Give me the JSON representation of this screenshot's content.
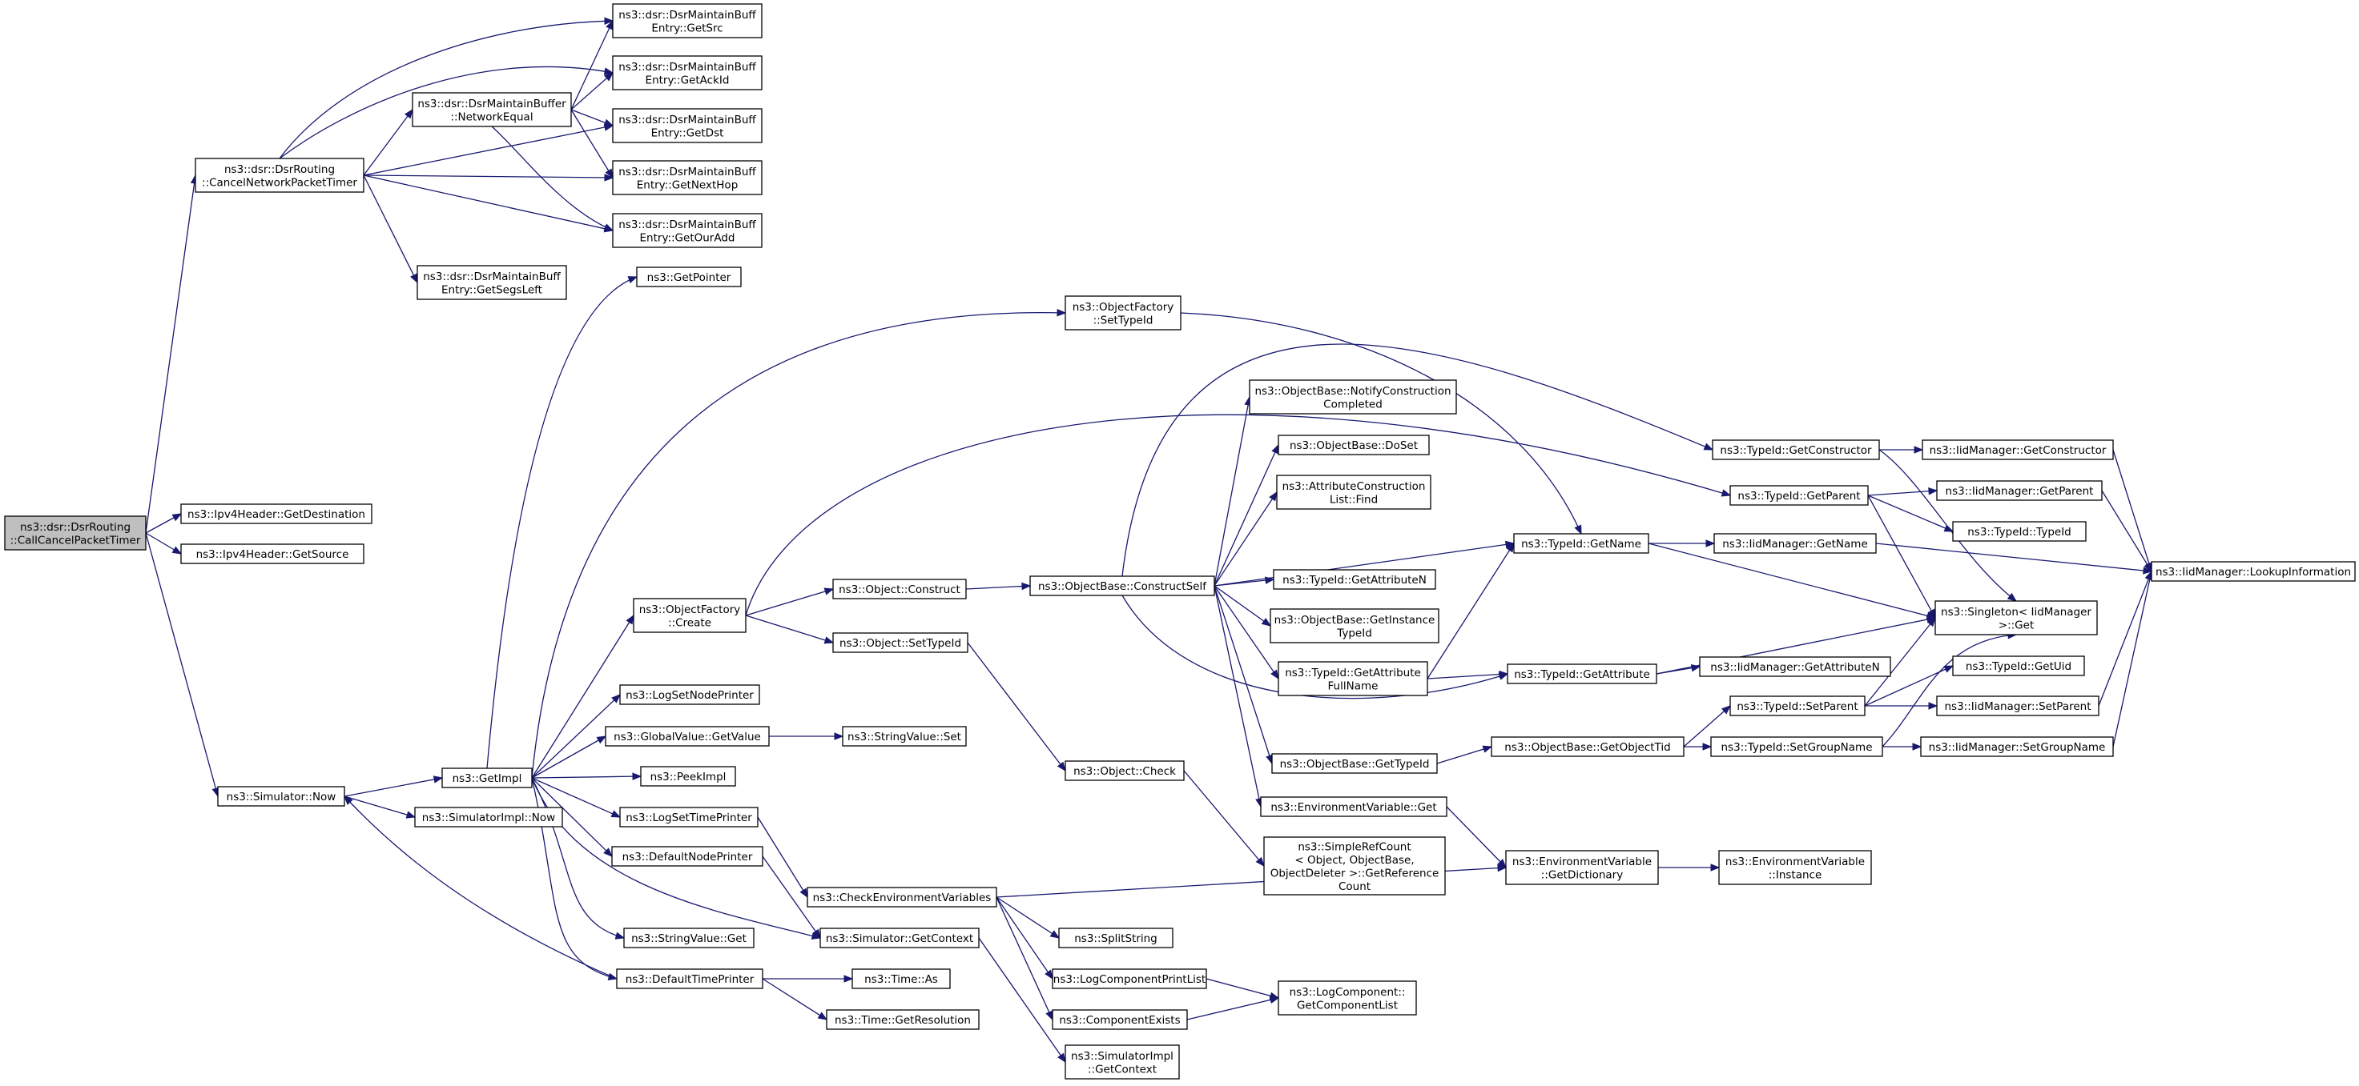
{
  "nodes": {
    "root": [
      "ns3::dsr::DsrRouting",
      "::CallCancelPacketTimer"
    ],
    "cancelTimer": [
      "ns3::dsr::DsrRouting",
      "::CancelNetworkPacketTimer"
    ],
    "networkEqual": [
      "ns3::dsr::DsrMaintainBuffer",
      "::NetworkEqual"
    ],
    "getSrc": [
      "ns3::dsr::DsrMaintainBuff",
      "Entry::GetSrc"
    ],
    "getAckId": [
      "ns3::dsr::DsrMaintainBuff",
      "Entry::GetAckId"
    ],
    "getDst": [
      "ns3::dsr::DsrMaintainBuff",
      "Entry::GetDst"
    ],
    "getNextHop": [
      "ns3::dsr::DsrMaintainBuff",
      "Entry::GetNextHop"
    ],
    "getOurAdd": [
      "ns3::dsr::DsrMaintainBuff",
      "Entry::GetOurAdd"
    ],
    "getSegsLeft": [
      "ns3::dsr::DsrMaintainBuff",
      "Entry::GetSegsLeft"
    ],
    "ipv4GetDest": [
      "ns3::Ipv4Header::GetDestination"
    ],
    "ipv4GetSource": [
      "ns3::Ipv4Header::GetSource"
    ],
    "simNow": [
      "ns3::Simulator::Now"
    ],
    "getImpl": [
      "ns3::GetImpl"
    ],
    "simImplNow": [
      "ns3::SimulatorImpl::Now"
    ],
    "getPointer": [
      "ns3::GetPointer"
    ],
    "ofCreate": [
      "ns3::ObjectFactory",
      "::Create"
    ],
    "ofSetTypeId": [
      "ns3::ObjectFactory",
      "::SetTypeId"
    ],
    "logSetNodePrinter": [
      "ns3::LogSetNodePrinter"
    ],
    "gvGetValue": [
      "ns3::GlobalValue::GetValue"
    ],
    "peekImpl": [
      "ns3::PeekImpl"
    ],
    "logSetTimePrinter": [
      "ns3::LogSetTimePrinter"
    ],
    "defaultNodePrinter": [
      "ns3::DefaultNodePrinter"
    ],
    "stringValueGet": [
      "ns3::StringValue::Get"
    ],
    "defaultTimePrinter": [
      "ns3::DefaultTimePrinter"
    ],
    "objConstruct": [
      "ns3::Object::Construct"
    ],
    "objSetTypeId": [
      "ns3::Object::SetTypeId"
    ],
    "stringValueSet": [
      "ns3::StringValue::Set"
    ],
    "objCheck": [
      "ns3::Object::Check"
    ],
    "checkEnv": [
      "ns3::CheckEnvironmentVariables"
    ],
    "simGetContext": [
      "ns3::Simulator::GetContext"
    ],
    "timeAs": [
      "ns3::Time::As"
    ],
    "timeGetRes": [
      "ns3::Time::GetResolution"
    ],
    "splitString": [
      "ns3::SplitString"
    ],
    "logCompPrintList": [
      "ns3::LogComponentPrintList"
    ],
    "compExists": [
      "ns3::ComponentExists"
    ],
    "simImplGetContext": [
      "ns3::SimulatorImpl",
      "::GetContext"
    ],
    "constructSelf": [
      "ns3::ObjectBase::ConstructSelf"
    ],
    "notifyConstruction": [
      "ns3::ObjectBase::NotifyConstruction",
      "Completed"
    ],
    "doSet": [
      "ns3::ObjectBase::DoSet"
    ],
    "attrConstructionFind": [
      "ns3::AttributeConstruction",
      "List::Find"
    ],
    "tidGetAttributeN": [
      "ns3::TypeId::GetAttributeN"
    ],
    "getInstanceTypeId": [
      "ns3::ObjectBase::GetInstance",
      "TypeId"
    ],
    "tidGetAttributeFullName": [
      "ns3::TypeId::GetAttribute",
      "FullName"
    ],
    "obGetTypeId": [
      "ns3::ObjectBase::GetTypeId"
    ],
    "envVarGet": [
      "ns3::EnvironmentVariable::Get"
    ],
    "simpleRefCount": [
      "ns3::SimpleRefCount",
      "< Object, ObjectBase,",
      "ObjectDeleter >::GetReference",
      "Count"
    ],
    "logCompGetList": [
      "ns3::LogComponent::",
      "GetComponentList"
    ],
    "tidGetName": [
      "ns3::TypeId::GetName"
    ],
    "tidGetAttribute": [
      "ns3::TypeId::GetAttribute"
    ],
    "obGetObjectTid": [
      "ns3::ObjectBase::GetObjectTid"
    ],
    "envVarGetDict": [
      "ns3::EnvironmentVariable",
      "::GetDictionary"
    ],
    "envVarInstance": [
      "ns3::EnvironmentVariable",
      "::Instance"
    ],
    "tidGetConstructor": [
      "ns3::TypeId::GetConstructor"
    ],
    "tidGetParent": [
      "ns3::TypeId::GetParent"
    ],
    "iidGetName": [
      "ns3::IidManager::GetName"
    ],
    "singletonGet": [
      "ns3::Singleton< IidManager",
      ">::Get"
    ],
    "iidGetAttributeN": [
      "ns3::IidManager::GetAttributeN"
    ],
    "tidSetParent": [
      "ns3::TypeId::SetParent"
    ],
    "tidSetGroupName": [
      "ns3::TypeId::SetGroupName"
    ],
    "iidGetConstructor": [
      "ns3::IidManager::GetConstructor"
    ],
    "iidGetParent": [
      "ns3::IidManager::GetParent"
    ],
    "tidTypeId": [
      "ns3::TypeId::TypeId"
    ],
    "tidGetUid": [
      "ns3::TypeId::GetUid"
    ],
    "iidSetParent": [
      "ns3::IidManager::SetParent"
    ],
    "iidSetGroupName": [
      "ns3::IidManager::SetGroupName"
    ],
    "iidLookup": [
      "ns3::IidManager::LookupInformation"
    ]
  },
  "colors": {
    "edge": "#191970",
    "root_fill": "#bfbfbf",
    "node_fill": "#ffffff",
    "node_border": "#000000"
  }
}
